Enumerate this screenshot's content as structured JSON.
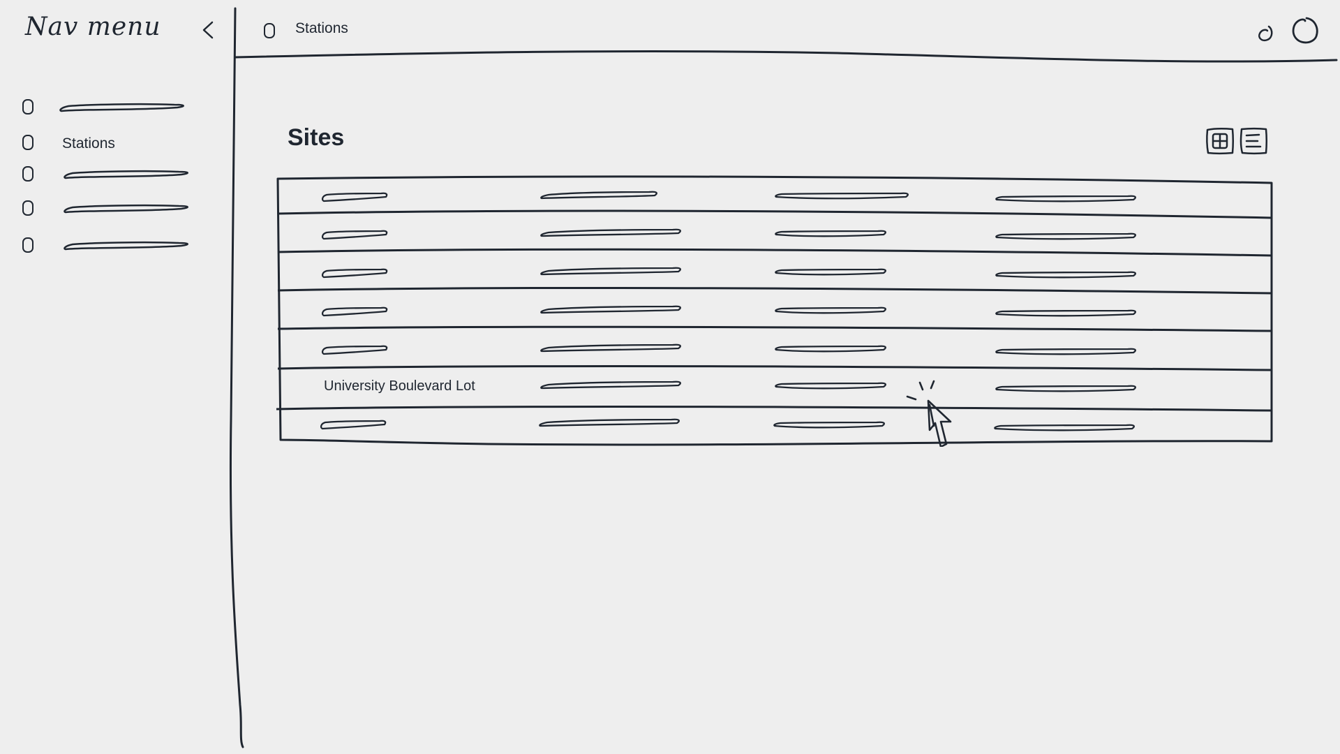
{
  "sidebar": {
    "title": "Nav menu",
    "items": [
      {
        "label": ""
      },
      {
        "label": "Stations"
      },
      {
        "label": ""
      },
      {
        "label": ""
      },
      {
        "label": ""
      }
    ]
  },
  "header": {
    "title": "Stations"
  },
  "main": {
    "title": "Sites",
    "table": {
      "rows": [
        {
          "name": ""
        },
        {
          "name": ""
        },
        {
          "name": ""
        },
        {
          "name": ""
        },
        {
          "name": ""
        },
        {
          "name": "University Boulevard Lot"
        },
        {
          "name": ""
        }
      ]
    }
  },
  "icons": {
    "collapse": "chevron-left-icon",
    "header_left": "user-icon",
    "header_right_small": "circle-small-icon",
    "header_right_large": "circle-large-icon",
    "grid_view": "grid-view-icon",
    "list_view": "list-view-icon",
    "cursor": "pointer-cursor-icon"
  },
  "colors": {
    "background": "#eeeeee",
    "ink": "#1f2630"
  }
}
